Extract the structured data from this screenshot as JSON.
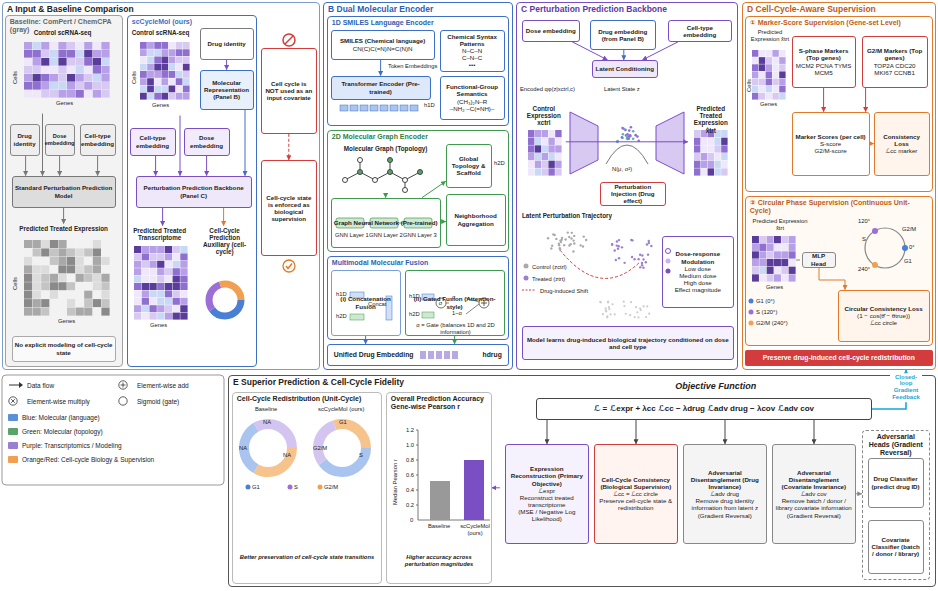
{
  "diagram": {
    "nodes": [
      {
        "text": [
          "A Input & Baseline Comparison"
        ]
      },
      {
        "text": [
          "Baseline: ComPert / ChemCPA (gray)"
        ],
        "in": 0
      },
      {
        "text": [
          "Control scRNA-seq"
        ],
        "in": 1
      },
      {
        "text": [
          "Drug identity"
        ],
        "in": 1
      },
      {
        "text": [
          "Dose embedding"
        ],
        "in": 1
      },
      {
        "text": [
          "Cell-type embedding"
        ],
        "in": 1
      },
      {
        "text": [
          "Standard Perturbation Prediction Model"
        ],
        "in": 1
      },
      {
        "text": [
          "Predicted Treated Expression"
        ],
        "in": 1
      },
      {
        "text": [
          "No explicit modeling of cell-cycle state"
        ],
        "in": 1
      },
      {
        "text": [
          "scCycleMol (ours)"
        ],
        "in": 0
      },
      {
        "text": [
          "Control scRNA-seq"
        ],
        "in": 9
      },
      {
        "text": [
          "Drug identity"
        ],
        "in": 9
      },
      {
        "text": [
          "Cell-type embedding"
        ],
        "in": 9
      },
      {
        "text": [
          "Dose embedding"
        ],
        "in": 9
      },
      {
        "text": [
          "Molecular Representation (Panel B)"
        ],
        "in": 9
      },
      {
        "text": [
          "Perturbation Prediction Backbone (Panel C)"
        ],
        "in": 9
      },
      {
        "text": [
          "Predicted Treated Transcriptome"
        ],
        "in": 9
      },
      {
        "text": [
          "Cell-Cycle Prediction",
          "Auxiliary (cell-cycle)"
        ],
        "in": 9
      },
      {
        "text": [
          "Cell cycle is NOT used as an input covariate"
        ],
        "in": 0
      },
      {
        "text": [
          "Cell-cycle state is enforced as biological supervision"
        ],
        "in": 0
      },
      {
        "text": [
          "B Dual Molecular Encoder"
        ]
      },
      {
        "text": [
          "1D SMILES Language Encoder"
        ],
        "in": 20
      },
      {
        "text": [
          "SMILES (Chemical language)",
          "CN(C)C(=N)N=C(N)N"
        ],
        "in": 21
      },
      {
        "text": [
          "Transformer Encoder (Pre-trained)"
        ],
        "in": 21
      },
      {
        "text": [
          "Chemical Syntax Patterns",
          "N–C–N",
          "C–N–C",
          "•••"
        ],
        "in": 21
      },
      {
        "text": [
          "Functional-Group Semantics",
          "(CH₃)₂N–R",
          "–NH₂ –C(=NH)–"
        ],
        "in": 21
      },
      {
        "text": [
          "2D Molecular Graph Encoder"
        ],
        "in": 20
      },
      {
        "text": [
          "Molecular Graph (Topology)"
        ],
        "in": 26
      },
      {
        "text": [
          "Graph Neural Network (Pre-trained)"
        ],
        "in": 26
      },
      {
        "text": [
          "Global Topology & Scaffold"
        ],
        "in": 26
      },
      {
        "text": [
          "Neighborhood Aggregation"
        ],
        "in": 26
      },
      {
        "text": [
          "Multimodal Molecular Fusion"
        ],
        "in": 20
      },
      {
        "text": [
          "(i) Concatenation Fusion"
        ],
        "in": 31
      },
      {
        "text": [
          "(ii) Gated Fusion (Attention-style)"
        ],
        "in": 31
      },
      {
        "text": [
          "Unified Drug Embedding",
          "hdrug"
        ],
        "in": 20
      },
      {
        "text": [
          "C Perturbation Prediction Backbone"
        ]
      },
      {
        "text": [
          "Dose embedding"
        ],
        "in": 35
      },
      {
        "text": [
          "Drug embedding (from Panel B)"
        ],
        "in": 35
      },
      {
        "text": [
          "Cell-type embedding"
        ],
        "in": 35
      },
      {
        "text": [
          "Latent Conditioning"
        ],
        "in": 35
      },
      {
        "text": [
          "Control Expression xctrl"
        ],
        "in": 35
      },
      {
        "text": [
          "Predicted Treated Expression x̂trt"
        ],
        "in": 35
      },
      {
        "text": [
          "Perturbation Injection (Drug effect)"
        ],
        "in": 35
      },
      {
        "text": [
          "Dose-response Modulation",
          "Low dose",
          "Medium dose",
          "High dose",
          "Effect magnitude"
        ],
        "in": 35
      },
      {
        "text": [
          "Model learns drug-induced biological trajectory conditioned on dose and cell type"
        ],
        "in": 35
      },
      {
        "text": [
          "D Cell-Cycle-Aware Supervision"
        ]
      },
      {
        "text": [
          "① Marker-Score Supervision (Gene-set Level)"
        ],
        "in": 45
      },
      {
        "text": [
          "S-phase Markers (Top genes)",
          "MCM2 PCNA TYMS MCM5"
        ],
        "in": 46
      },
      {
        "text": [
          "G2/M Markers (Top genes)",
          "TOP2A CDC20 MKI67 CCNB1"
        ],
        "in": 46
      },
      {
        "text": [
          "Marker Scores (per cell)",
          "S-score",
          "G2/M-score"
        ],
        "in": 46
      },
      {
        "text": [
          "Consistency Loss",
          "ℒcc marker"
        ],
        "in": 46
      },
      {
        "text": [
          "② Circular Phase Supervision (Continuous Unit-Cycle)"
        ],
        "in": 45
      },
      {
        "text": [
          "MLP Head"
        ],
        "in": 51
      },
      {
        "text": [
          "Circular Consistency Loss",
          "(1 − cos(θ̂ − θtrue))",
          "ℒcc circle"
        ],
        "in": 51
      },
      {
        "text": [
          "Preserve drug-induced cell-cycle redistribution"
        ],
        "in": 45
      },
      {
        "text": [
          "E Superior Prediction & Cell-Cycle Fidelity"
        ]
      },
      {
        "text": [
          "Cell-Cycle Redistribution (Unit-Cycle)"
        ],
        "in": 55
      },
      {
        "text": [
          "Overall Prediction Accuracy",
          "Gene-wise Pearson r"
        ],
        "in": 55
      },
      {
        "text": [
          "Objective Function"
        ],
        "in": 55
      },
      {
        "text": [
          "ℒ = ℒexpr + λcc ℒcc − λdrug ℒadv drug − λcov ℒadv cov"
        ],
        "in": 58
      },
      {
        "text": [
          "Expression Reconstruction (Primary Objective)",
          "ℒexpr",
          "Reconstruct treated transcriptome",
          "(MSE / Negative Log Likelihood)"
        ],
        "in": 58
      },
      {
        "text": [
          "Cell-Cycle Consistency (Biological Supervision)",
          "ℒcc = ℒcc circle",
          "Preserve cell-cycle state & redistribution"
        ],
        "in": 58
      },
      {
        "text": [
          "Adversarial Disentanglement (Drug Invariance)",
          "ℒadv drug",
          "Remove drug identity information from latent z",
          "(Gradient Reversal)"
        ],
        "in": 58
      },
      {
        "text": [
          "Adversarial Disentanglement (Covariate Invariance)",
          "ℒadv cov",
          "Remove batch / donor / library covariate information",
          "(Gradient Reversal)"
        ],
        "in": 58
      },
      {
        "text": [
          "Adversarial Heads (Gradient Reversal)"
        ],
        "in": 58
      },
      {
        "text": [
          "Drug Classifier (predict drug ID)"
        ],
        "in": 64
      },
      {
        "text": [
          "Covariate Classifier (batch / donor / library)"
        ],
        "in": 64
      }
    ],
    "edges": [
      {
        "from": 2,
        "to": 6,
        "arrow": "to"
      },
      {
        "from": 3,
        "to": 6,
        "arrow": "to"
      },
      {
        "from": 4,
        "to": 6,
        "arrow": "to"
      },
      {
        "from": 5,
        "to": 6,
        "arrow": "to"
      },
      {
        "from": 6,
        "to": 7,
        "arrow": "to"
      },
      {
        "from": 11,
        "to": 14,
        "arrow": "to"
      },
      {
        "from": 10,
        "to": 15,
        "arrow": "to"
      },
      {
        "from": 12,
        "to": 15,
        "arrow": "to"
      },
      {
        "from": 13,
        "to": 15,
        "arrow": "to"
      },
      {
        "from": 14,
        "to": 15,
        "arrow": "to"
      },
      {
        "from": 15,
        "to": 16,
        "arrow": "to"
      },
      {
        "from": 15,
        "to": 17,
        "arrow": "to"
      },
      {
        "from": 18,
        "to": 19,
        "arrow": "to"
      },
      {
        "from": 22,
        "to": 23,
        "arrow": "to"
      },
      {
        "from": 27,
        "to": 28,
        "arrow": "to"
      },
      {
        "from": 28,
        "to": 29,
        "arrow": "to"
      },
      {
        "from": 28,
        "to": 30,
        "arrow": "to"
      },
      {
        "from": 32,
        "to": 34,
        "arrow": "to"
      },
      {
        "from": 33,
        "to": 34,
        "arrow": "to"
      },
      {
        "from": 36,
        "to": 39,
        "arrow": "to"
      },
      {
        "from": 37,
        "to": 39,
        "arrow": "to"
      },
      {
        "from": 38,
        "to": 39,
        "arrow": "to"
      },
      {
        "from": 40,
        "to": 41,
        "arrow": "to"
      },
      {
        "from": 47,
        "to": 49,
        "arrow": "to"
      },
      {
        "from": 48,
        "to": 49,
        "arrow": "to"
      },
      {
        "from": 49,
        "to": 50,
        "arrow": "to"
      },
      {
        "from": 52,
        "to": 53,
        "arrow": "to"
      },
      {
        "from": 59,
        "to": 60,
        "arrow": "to"
      },
      {
        "from": 59,
        "to": 61,
        "arrow": "to"
      },
      {
        "from": 59,
        "to": 62,
        "arrow": "to"
      },
      {
        "from": 59,
        "to": 63,
        "arrow": "to"
      },
      {
        "from": 63,
        "to": 64,
        "arrow": "to"
      },
      {
        "from": 59,
        "to": 45,
        "arrow": "to",
        "label": "Closed-loop Gradient Feedback"
      },
      {
        "from": 58,
        "to": 57,
        "arrow": "to"
      }
    ],
    "labels": [
      "Cells",
      "Genes",
      "Cells",
      "Genes",
      "Cells",
      "Genes",
      "Genes",
      "Token Embeddings",
      "h1D",
      "GNN Layer 1",
      "GNN Layer 2",
      "GNN Layer 3",
      "h2D",
      "h1D",
      "h2D",
      "Concat",
      "h1D",
      "h2D",
      "σ",
      "α",
      "1−α",
      "α = Gate (balances 1D and 2D information)",
      "Encoded qφ(z|xctrl,c)",
      "Latent State z",
      "N(μ, σ²)",
      "Latent Perturbation Trajectory",
      "Control (zctrl)",
      "Treated (ztrt)",
      "Drug-induced Shift",
      "Predicted Expression x̂trt",
      "Cells",
      "Genes",
      "Predicted Expression x̂trt",
      "Genes",
      "120°",
      "G2/M",
      "0°",
      "S",
      "G1",
      "240°",
      "G1 (0°)",
      "S (120°)",
      "G2/M (240°)",
      "σ",
      "Baseline",
      "scCycleMol (ours)",
      "NA",
      "NA",
      "NA",
      "G1",
      "S",
      "G2/M",
      "G1",
      "S",
      "G2/M",
      "Better preservation of cell-cycle state transitions",
      "Median Pearson r",
      "1.2",
      "1.0",
      "0.8",
      "0.6",
      "0.4",
      "0.2",
      "0",
      "Baseline",
      "scCycleMol (ours)",
      "Higher accuracy across perturbation magnitudes"
    ],
    "legend": [
      {
        "text": "Data flow"
      },
      {
        "text": "Element-wise add"
      },
      {
        "text": "Element-wise multiply"
      },
      {
        "text": "Sigmoid (gate)"
      },
      {
        "text": "Blue: Molecular (language)",
        "color": "#5b8fd6"
      },
      {
        "text": "Green: Molecular (topology)",
        "color": "#5aa36a"
      },
      {
        "text": "Purple: Transcriptomics / Modeling",
        "color": "#9b7fd1"
      },
      {
        "text": "Orange/Red: Cell-cycle Biology & Supervision",
        "color": "#f0a050"
      }
    ]
  }
}
